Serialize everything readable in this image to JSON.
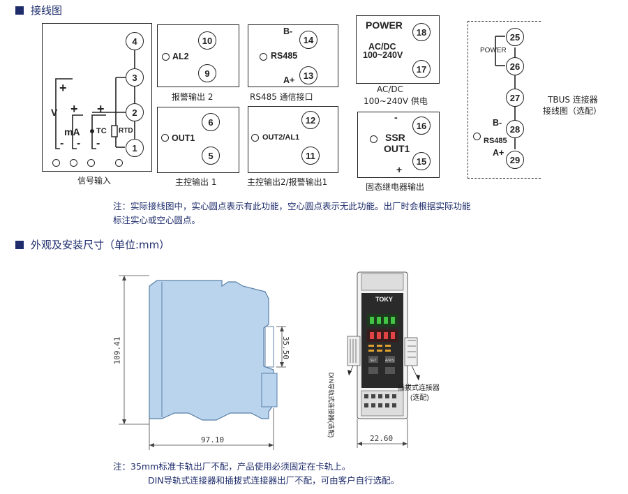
{
  "wiring": {
    "heading": "接线图",
    "signal": {
      "caption": "信号输入",
      "terminals": [
        "4",
        "3",
        "2",
        "1"
      ],
      "plus1": "+",
      "plus2": "+",
      "plus3": "+",
      "v": "V",
      "ma": "mA",
      "tc": "TC",
      "rtd": "RTD",
      "minus1": "-",
      "minus2": "-",
      "minus3": "-"
    },
    "alarm": {
      "label": "AL2",
      "terminals": [
        "10",
        "9"
      ],
      "caption": "报警输出 2"
    },
    "rs485": {
      "label": "RS485",
      "terminals": [
        "14",
        "13"
      ],
      "b": "B-",
      "a": "A+",
      "caption": "RS485 通信接口"
    },
    "power": {
      "title": "POWER",
      "acdc": "AC/DC",
      "range": "100~240V",
      "terminals": [
        "18",
        "17"
      ],
      "caption_line1": "AC/DC",
      "caption_line2": "100~240V 供电"
    },
    "out1": {
      "label": "OUT1",
      "terminals": [
        "6",
        "5"
      ],
      "caption": "主控输出 1"
    },
    "out2": {
      "label": "OUT2/AL1",
      "terminals": [
        "12",
        "11"
      ],
      "caption": "主控输出2/报警输出1"
    },
    "ssr": {
      "minus": "-",
      "label1": "SSR",
      "label2": "OUT1",
      "plus": "+",
      "terminals": [
        "16",
        "15"
      ],
      "caption": "固态继电器输出"
    },
    "tbus": {
      "power": "POWER",
      "rs485": "RS485",
      "b": "B-",
      "a": "A+",
      "terminals": [
        "25",
        "26",
        "27",
        "28",
        "29"
      ],
      "caption_line1": "TBUS 连接器",
      "caption_line2": "接线图（选配）"
    }
  },
  "note1": {
    "line1": "注：实际接线图中，实心圆点表示有此功能，空心圆点表示无此功能。出厂时会根据实际功能",
    "line2": "标注实心或空心圆点。"
  },
  "dimensions": {
    "heading": "外观及安装尺寸（单位:mm）",
    "height": "109.41",
    "rail": "35.50",
    "depth": "97.10",
    "width": "22.60",
    "brand": "TOKY",
    "din_label": "DIN导轨式连接器(选配)",
    "plug_label_line1": "插拔式连接器",
    "plug_label_line2": "(选配)",
    "set_label": "SET",
    "rs_label": "A/R/S"
  },
  "note2": {
    "line1": "注：35mm标准卡轨出厂不配，产品使用必须固定在卡轨上。",
    "line2": "DIN导轨式连接器和插拔式连接器出厂不配，可由客户自行选配。"
  },
  "colors": {
    "heading": "#1e2c6b",
    "housing": "#b9d4ec",
    "housing_edge": "#5a7fa8"
  }
}
